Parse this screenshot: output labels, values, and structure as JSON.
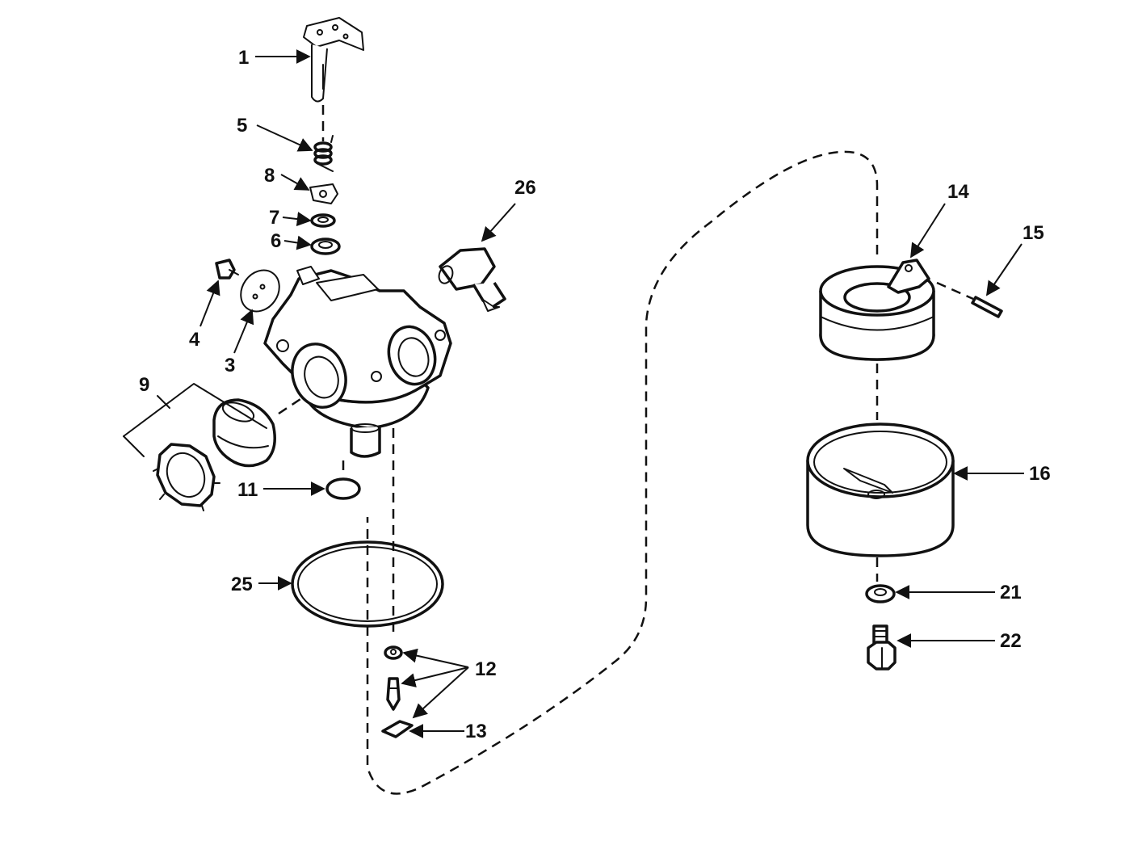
{
  "colors": {
    "ink": "#111111",
    "paper": "#ffffff"
  },
  "callouts": {
    "c1": "1",
    "c3": "3",
    "c4": "4",
    "c5": "5",
    "c6": "6",
    "c7": "7",
    "c8": "8",
    "c9": "9",
    "c11": "11",
    "c12": "12",
    "c13": "13",
    "c14": "14",
    "c15": "15",
    "c16": "16",
    "c21": "21",
    "c22": "22",
    "c25": "25",
    "c26": "26"
  }
}
